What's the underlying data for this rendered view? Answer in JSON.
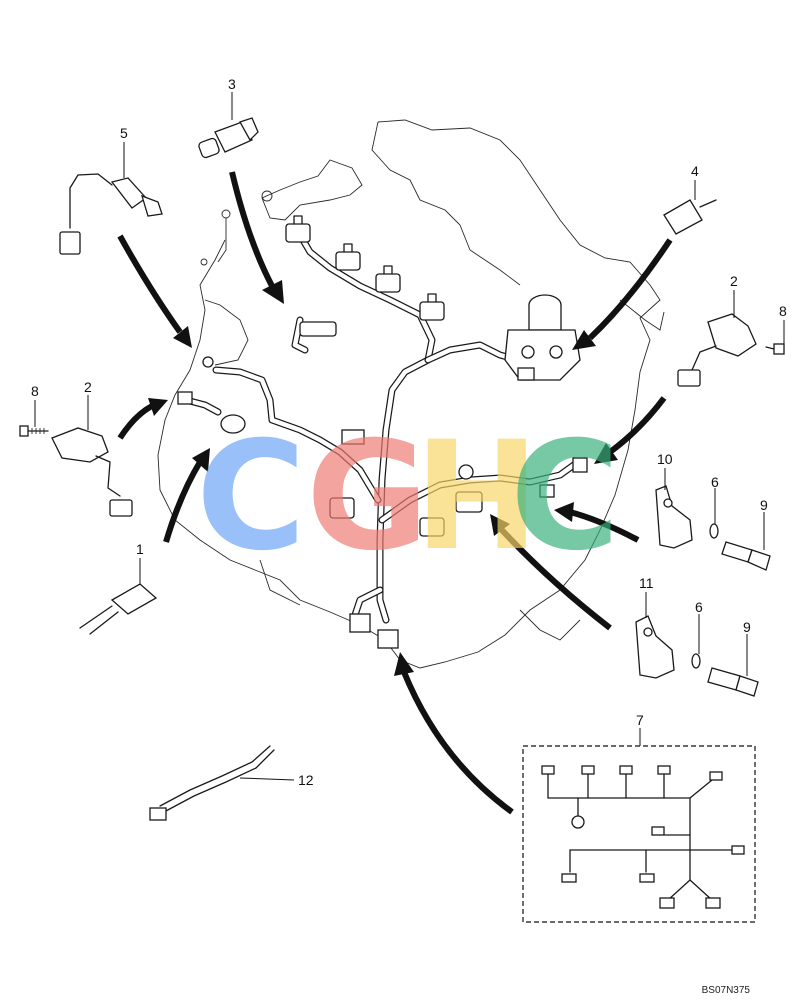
{
  "callouts": {
    "c1": "1",
    "c2a": "2",
    "c2b": "2",
    "c3": "3",
    "c4": "4",
    "c5": "5",
    "c6a": "6",
    "c6b": "6",
    "c7": "7",
    "c8a": "8",
    "c8b": "8",
    "c9a": "9",
    "c9b": "9",
    "c10": "10",
    "c11": "11",
    "c12": "12"
  },
  "figure_code": "BS07N375",
  "watermark": {
    "text": "CGHC",
    "colors": {
      "c1": "#6aa3f5",
      "g": "#f07a72",
      "h": "#f8d566",
      "c2": "#36b07a"
    }
  },
  "colors": {
    "line": "#1a1a1a",
    "background": "#ffffff"
  }
}
